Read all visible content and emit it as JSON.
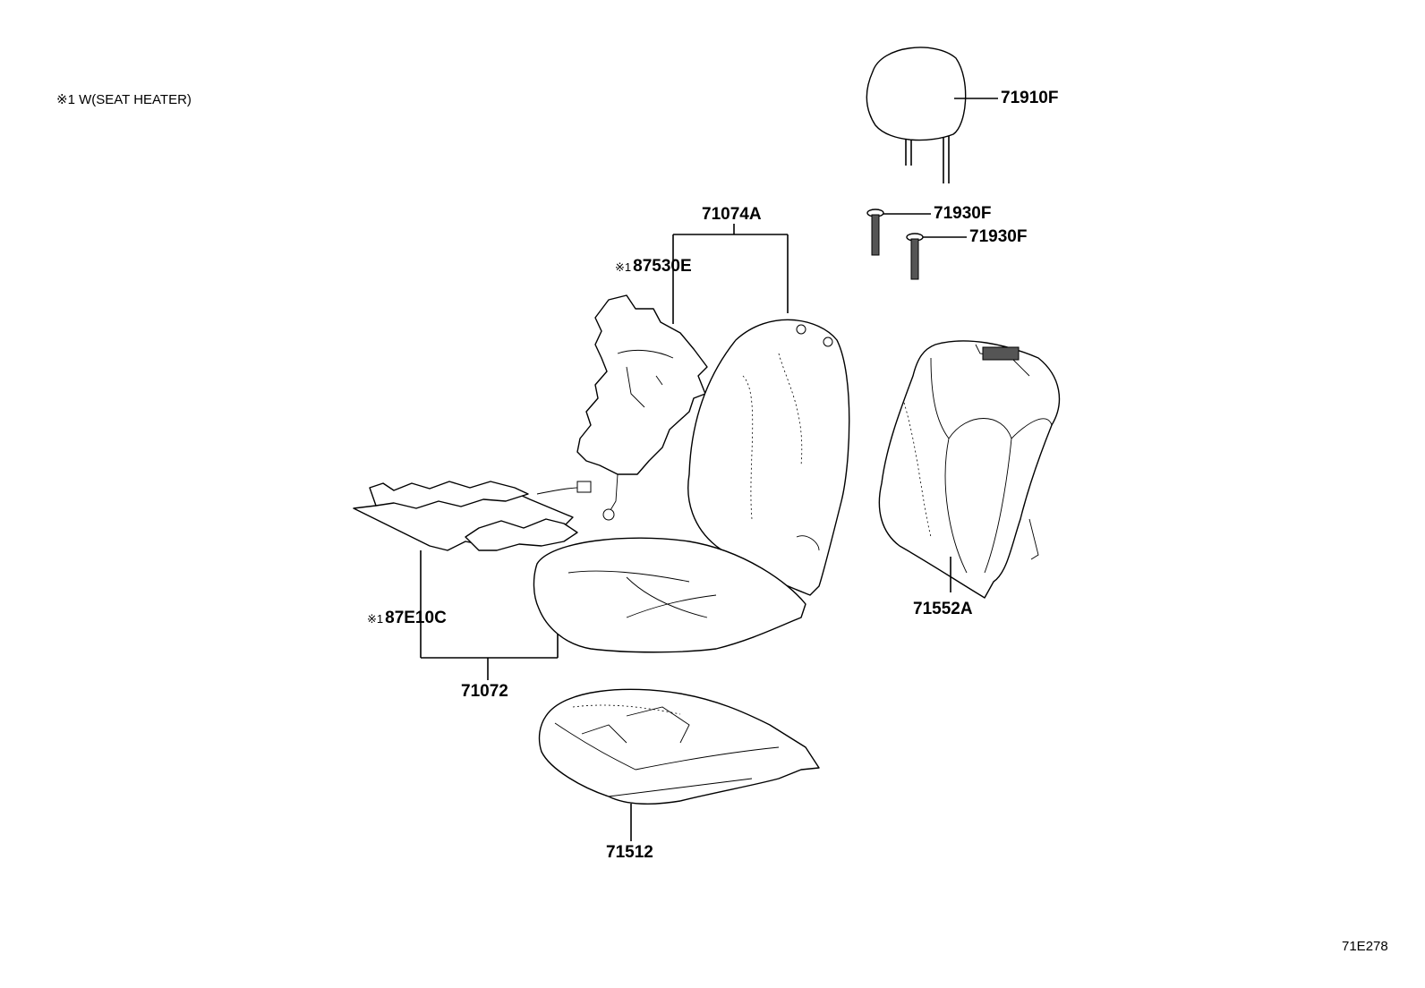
{
  "legend": {
    "symbol": "※1",
    "text": "W(SEAT HEATER)"
  },
  "parts": {
    "headrest": "71910F",
    "guide_1": "71930F",
    "guide_2": "71930F",
    "seatback_assy": "71074A",
    "seatback_heater": "87530E",
    "seatback_heater_mark": "※1",
    "seatback_pad": "71552A",
    "cushion_heater": "87E10C",
    "cushion_heater_mark": "※1",
    "cushion_assy": "71072",
    "cushion_pad": "71512"
  },
  "figure_id": "71E278"
}
